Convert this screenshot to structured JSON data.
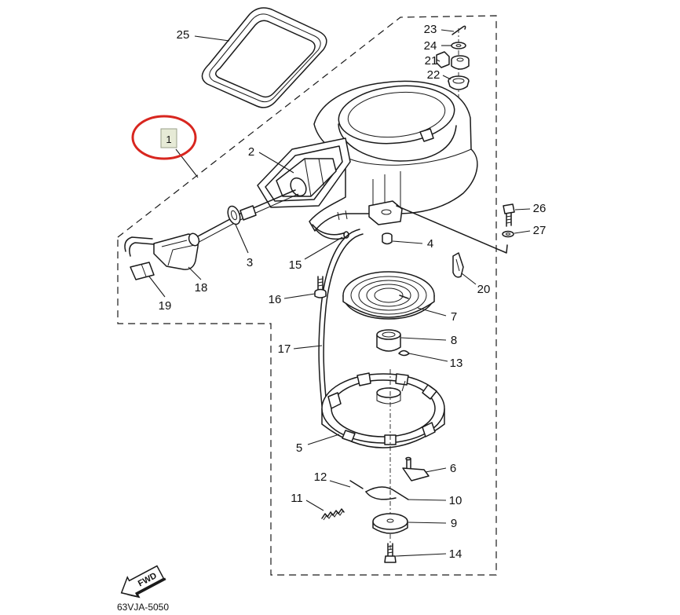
{
  "diagram": {
    "callouts": [
      "1",
      "2",
      "3",
      "4",
      "5",
      "6",
      "7",
      "8",
      "9",
      "10",
      "11",
      "12",
      "13",
      "14",
      "15",
      "16",
      "17",
      "18",
      "19",
      "20",
      "21",
      "22",
      "23",
      "24",
      "25",
      "26",
      "27"
    ],
    "fwd_label": "FWD",
    "part_code": "63VJA-5050",
    "highlight_color": "#d8261f",
    "highlight_box_color": "#e6ead6"
  }
}
